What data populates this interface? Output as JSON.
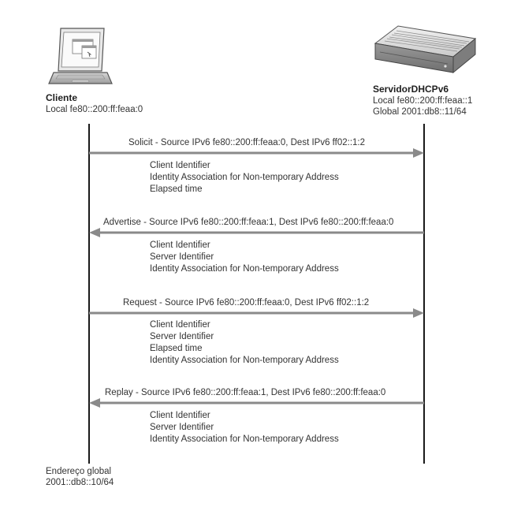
{
  "client": {
    "title": "Cliente",
    "local": "Local fe80::200:ff:feaa:0"
  },
  "server": {
    "title": "ServidorDHCPv6",
    "local": "Local fe80::200:ff:feaa::1",
    "global": "Global 2001:db8::11/64"
  },
  "messages": [
    {
      "label": "Solicit - Source IPv6 fe80::200:ff:feaa:0, Dest IPv6 ff02::1:2",
      "direction": "client-to-server",
      "fields": [
        "Client Identifier",
        "Identity Association for Non-temporary Address",
        "Elapsed time"
      ]
    },
    {
      "label": "Advertise - Source IPv6 fe80::200:ff:feaa:1, Dest IPv6 fe80::200:ff:feaa:0",
      "direction": "server-to-client",
      "fields": [
        "Client Identifier",
        "Server Identifier",
        "Identity Association for Non-temporary Address"
      ]
    },
    {
      "label": "Request - Source IPv6 fe80::200:ff:feaa:0, Dest IPv6 ff02::1:2",
      "direction": "client-to-server",
      "fields": [
        "Client Identifier",
        "Server Identifier",
        "Elapsed time",
        "Identity Association for Non-temporary Address"
      ]
    },
    {
      "label": "Replay - Source IPv6 fe80::200:ff:feaa:1, Dest IPv6 fe80::200:ff:feaa:0",
      "direction": "server-to-client",
      "fields": [
        "Client Identifier",
        "Server Identifier",
        "Identity Association for Non-temporary Address"
      ]
    }
  ],
  "footer": {
    "line1": "Endereço global",
    "line2": "2001::db8::10/64"
  },
  "colors": {
    "lifeline": "#1a1a1a",
    "arrow": "#8a8a8a",
    "text": "#333333"
  },
  "icons": {
    "client": "laptop-icon",
    "server": "server-icon"
  }
}
